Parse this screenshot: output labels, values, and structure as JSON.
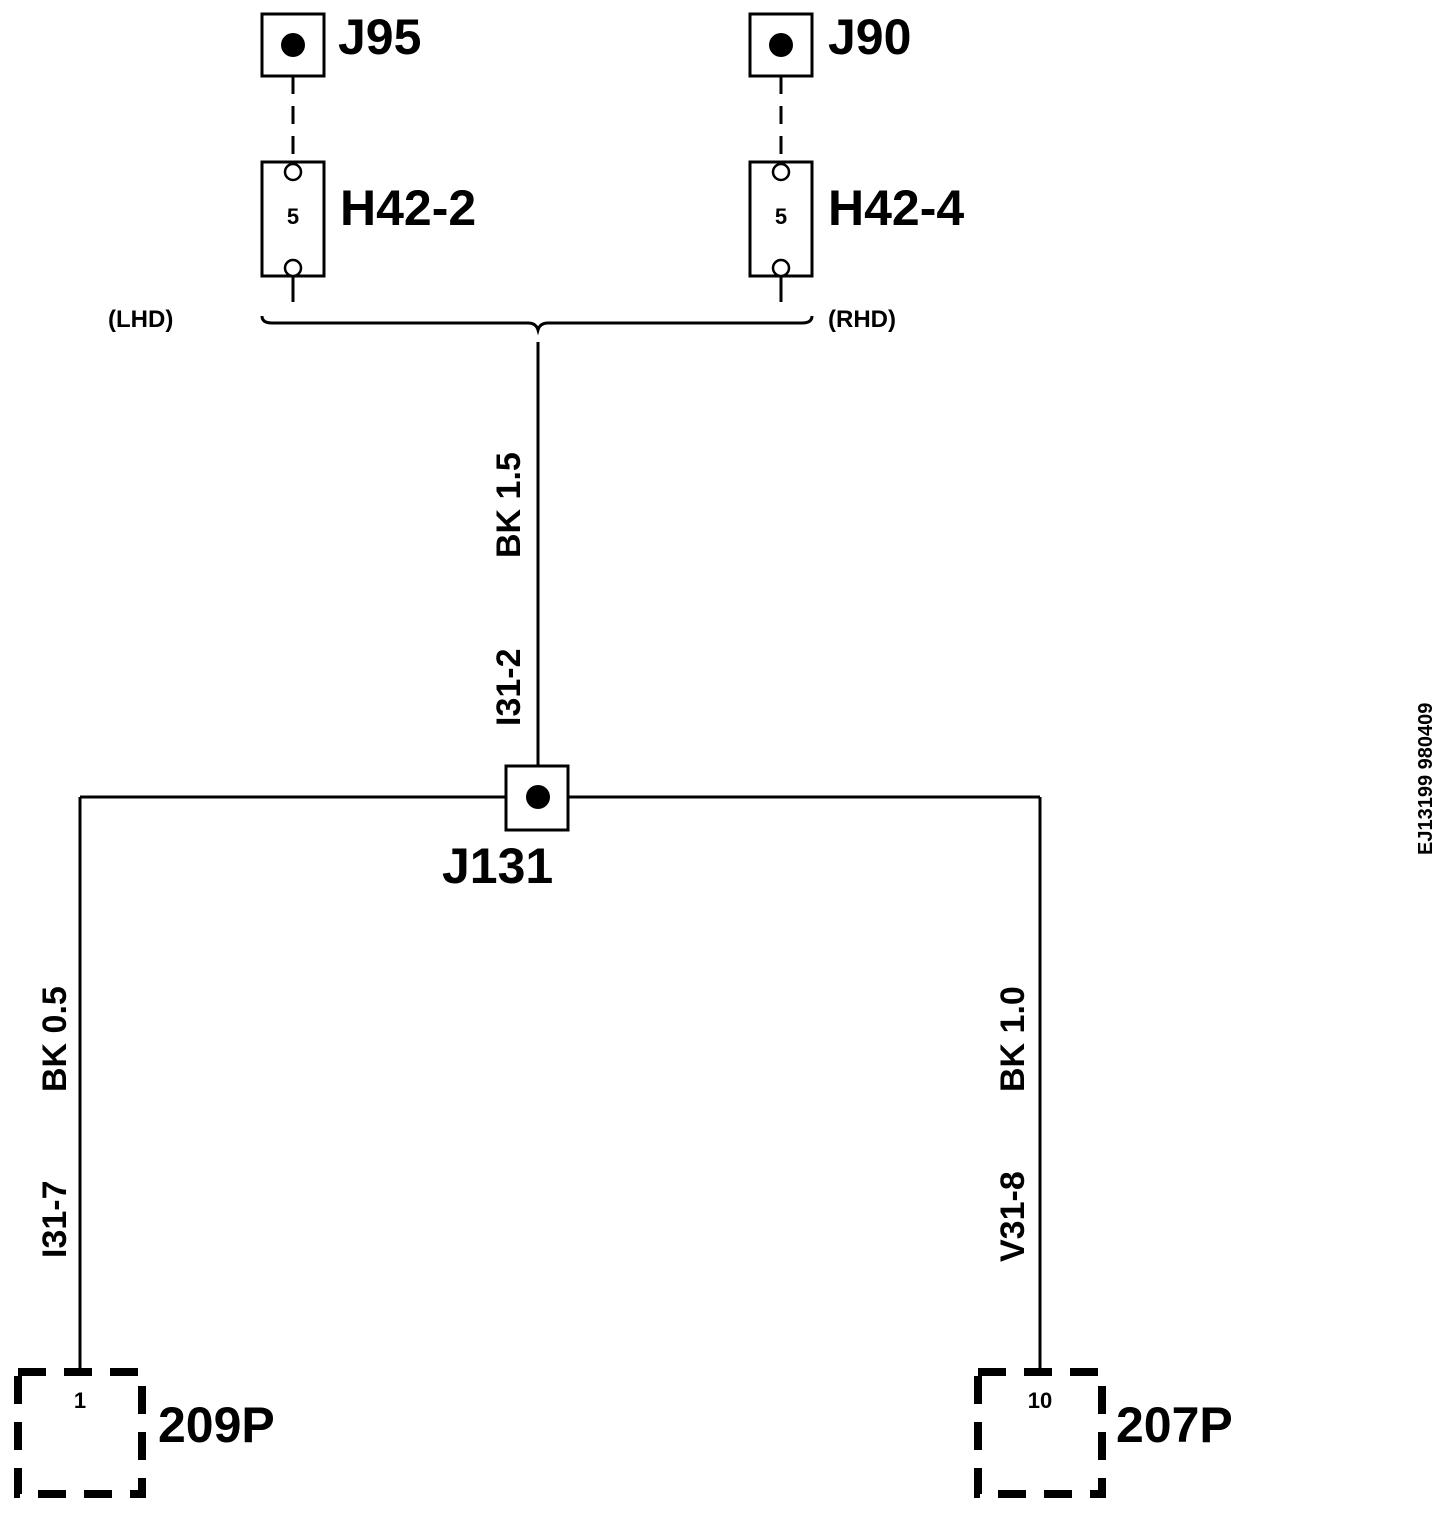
{
  "diagram": {
    "ground_points": {
      "j95": "J95",
      "j90": "J90",
      "j131": "J131"
    },
    "connectors": {
      "h42_2": {
        "label": "H42-2",
        "pin": "5"
      },
      "h42_4": {
        "label": "H42-4",
        "pin": "5"
      },
      "p209": {
        "label": "209P",
        "pin": "1"
      },
      "p207": {
        "label": "207P",
        "pin": "10"
      }
    },
    "options": {
      "lhd": "(LHD)",
      "rhd": "(RHD)"
    },
    "wires": {
      "main": {
        "color_size": "BK 1.5",
        "id": "I31-2"
      },
      "left": {
        "color_size": "BK 0.5",
        "id": "I31-7"
      },
      "right": {
        "color_size": "BK 1.0",
        "id": "V31-8"
      }
    },
    "figure_code": "EJ13199 980409"
  }
}
